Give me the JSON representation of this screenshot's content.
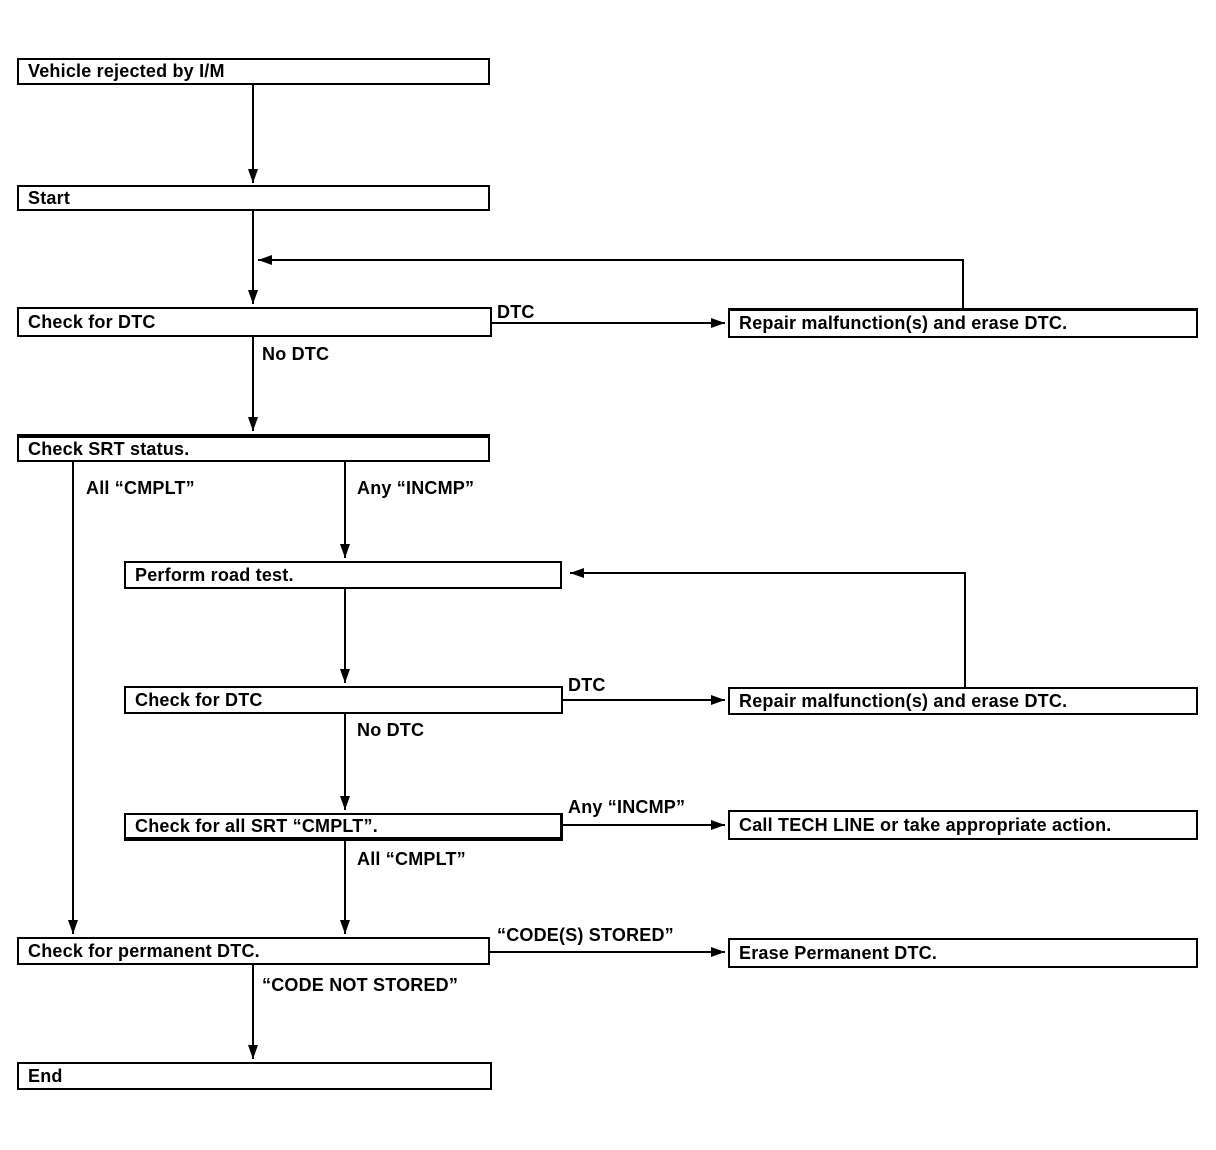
{
  "diagram": {
    "background_color": "#ffffff",
    "line_color": "#000000",
    "boxes": [
      {
        "id": "vehicle-rejected",
        "label": "Vehicle rejected by I/M"
      },
      {
        "id": "start",
        "label": "Start"
      },
      {
        "id": "check-dtc-1",
        "label": "Check for DTC"
      },
      {
        "id": "check-srt",
        "label": "Check SRT status."
      },
      {
        "id": "perform-road-test",
        "label": "Perform road test."
      },
      {
        "id": "check-dtc-2",
        "label": "Check for DTC"
      },
      {
        "id": "check-all-srt",
        "label": "Check for all SRT “CMPLT”."
      },
      {
        "id": "check-permanent",
        "label": "Check for permanent DTC."
      },
      {
        "id": "end",
        "label": "End"
      },
      {
        "id": "repair-1",
        "label": "Repair malfunction(s) and erase DTC."
      },
      {
        "id": "repair-2",
        "label": "Repair malfunction(s) and erase DTC."
      },
      {
        "id": "call-tech-line",
        "label": "Call TECH LINE or take appropriate action."
      },
      {
        "id": "erase-permanent",
        "label": "Erase Permanent DTC."
      }
    ],
    "edge_labels": [
      {
        "id": "dtc-1",
        "text": "DTC"
      },
      {
        "id": "no-dtc-1",
        "text": "No DTC"
      },
      {
        "id": "all-cmplt-1",
        "text": "All “CMPLT”"
      },
      {
        "id": "any-incmp-1",
        "text": "Any “INCMP”"
      },
      {
        "id": "dtc-2",
        "text": "DTC"
      },
      {
        "id": "no-dtc-2",
        "text": "No DTC"
      },
      {
        "id": "any-incmp-2",
        "text": "Any “INCMP”"
      },
      {
        "id": "all-cmplt-2",
        "text": "All “CMPLT”"
      },
      {
        "id": "codes-stored",
        "text": "“CODE(S) STORED”"
      },
      {
        "id": "code-not-stored",
        "text": "“CODE NOT STORED”"
      }
    ]
  }
}
